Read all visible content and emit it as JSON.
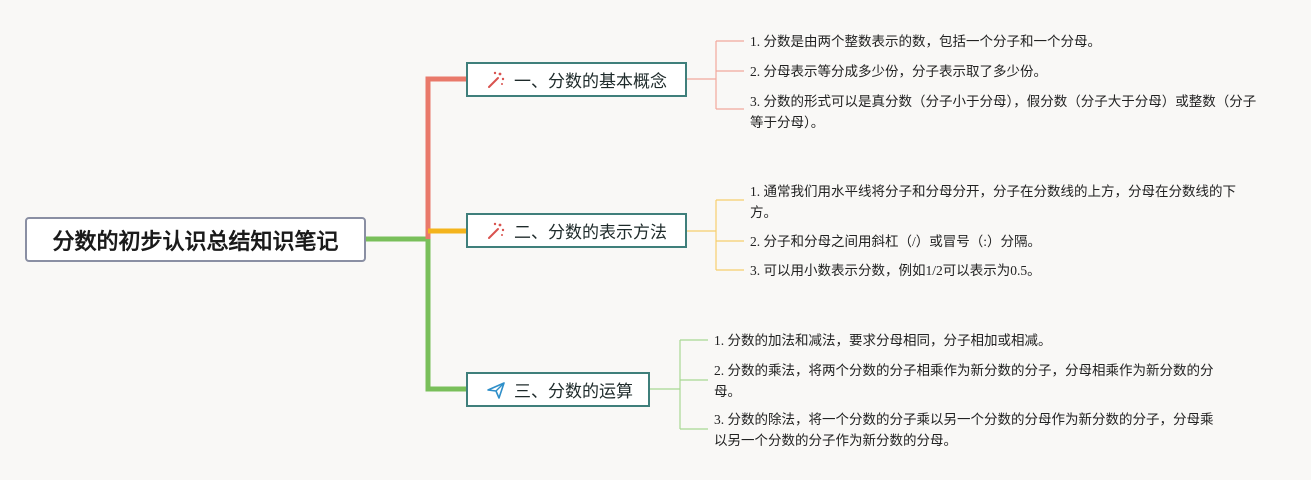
{
  "root": {
    "title": "分数的初步认识总结知识笔记"
  },
  "branches": [
    {
      "title": "一、分数的基本概念",
      "icon": "magic-wand-icon",
      "color": "#e9796a",
      "items": [
        "1. 分数是由两个整数表示的数，包括一个分子和一个分母。",
        "2. 分母表示等分成多少份，分子表示取了多少份。",
        "3. 分数的形式可以是真分数（分子小于分母），假分数（分子大于分母）或整数（分子等于分母）。"
      ]
    },
    {
      "title": "二、分数的表示方法",
      "icon": "magic-wand-icon",
      "color": "#f4b41c",
      "items": [
        "1. 通常我们用水平线将分子和分母分开，分子在分数线的上方，分母在分数线的下方。",
        "2. 分子和分母之间用斜杠（/）或冒号（:）分隔。",
        "3. 可以用小数表示分数，例如1/2可以表示为0.5。"
      ]
    },
    {
      "title": "三、分数的运算",
      "icon": "paper-plane-icon",
      "color": "#79bf5a",
      "items": [
        "1. 分数的加法和减法，要求分母相同，分子相加或相减。",
        "2. 分数的乘法，将两个分数的分子相乘作为新分数的分子，分母相乘作为新分数的分母。",
        "3. 分数的除法，将一个分数的分子乘以另一个分数的分母作为新分数的分子，分母乘以另一个分数的分子作为新分数的分母。"
      ]
    }
  ]
}
